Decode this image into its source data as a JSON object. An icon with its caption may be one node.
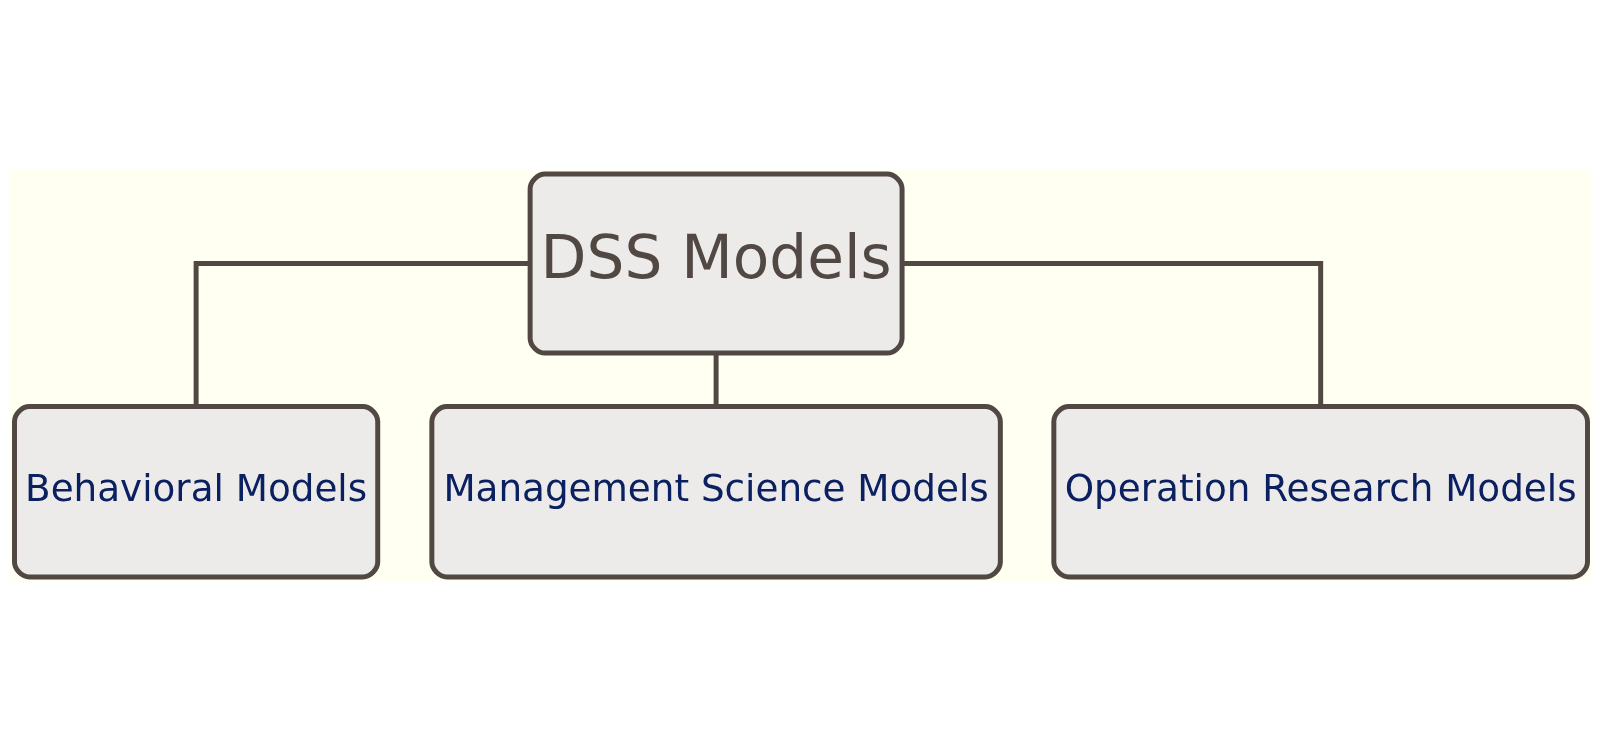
{
  "diagram": {
    "nodes": [
      {
        "text": [
          "DSS Models"
        ]
      },
      {
        "text": [
          "Behavioral Models"
        ]
      },
      {
        "text": [
          "Management Science Models"
        ]
      },
      {
        "text": [
          "Operation Research Models"
        ]
      }
    ],
    "edges": [
      {
        "from": 0,
        "to": 1,
        "arrow": "none"
      },
      {
        "from": 0,
        "to": 2,
        "arrow": "none"
      },
      {
        "from": 0,
        "to": 3,
        "arrow": "none"
      }
    ]
  }
}
